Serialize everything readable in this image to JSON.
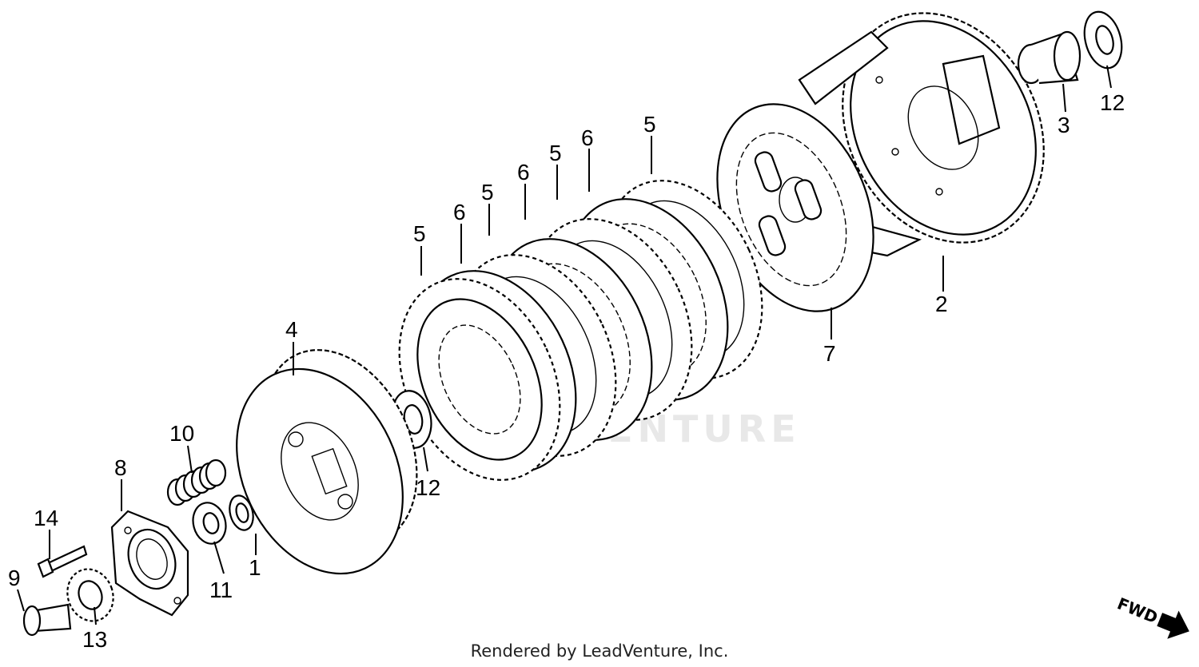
{
  "diagram": {
    "callouts": [
      {
        "id": "c14",
        "label": "14"
      },
      {
        "id": "c9",
        "label": "9"
      },
      {
        "id": "c13",
        "label": "13"
      },
      {
        "id": "c8",
        "label": "8"
      },
      {
        "id": "c10",
        "label": "10"
      },
      {
        "id": "c11",
        "label": "11"
      },
      {
        "id": "c1",
        "label": "1"
      },
      {
        "id": "c4",
        "label": "4"
      },
      {
        "id": "c12a",
        "label": "12"
      },
      {
        "id": "c5a",
        "label": "5"
      },
      {
        "id": "c6a",
        "label": "6"
      },
      {
        "id": "c5b",
        "label": "5"
      },
      {
        "id": "c6b",
        "label": "6"
      },
      {
        "id": "c5c",
        "label": "5"
      },
      {
        "id": "c6c",
        "label": "6"
      },
      {
        "id": "c5d",
        "label": "5"
      },
      {
        "id": "c7",
        "label": "7"
      },
      {
        "id": "c2",
        "label": "2"
      },
      {
        "id": "c3",
        "label": "3"
      },
      {
        "id": "c12b",
        "label": "12"
      }
    ],
    "direction_label": "FWD",
    "watermark": "LEADVENTURE"
  },
  "footer": {
    "credit": "Rendered by LeadVenture, Inc."
  }
}
